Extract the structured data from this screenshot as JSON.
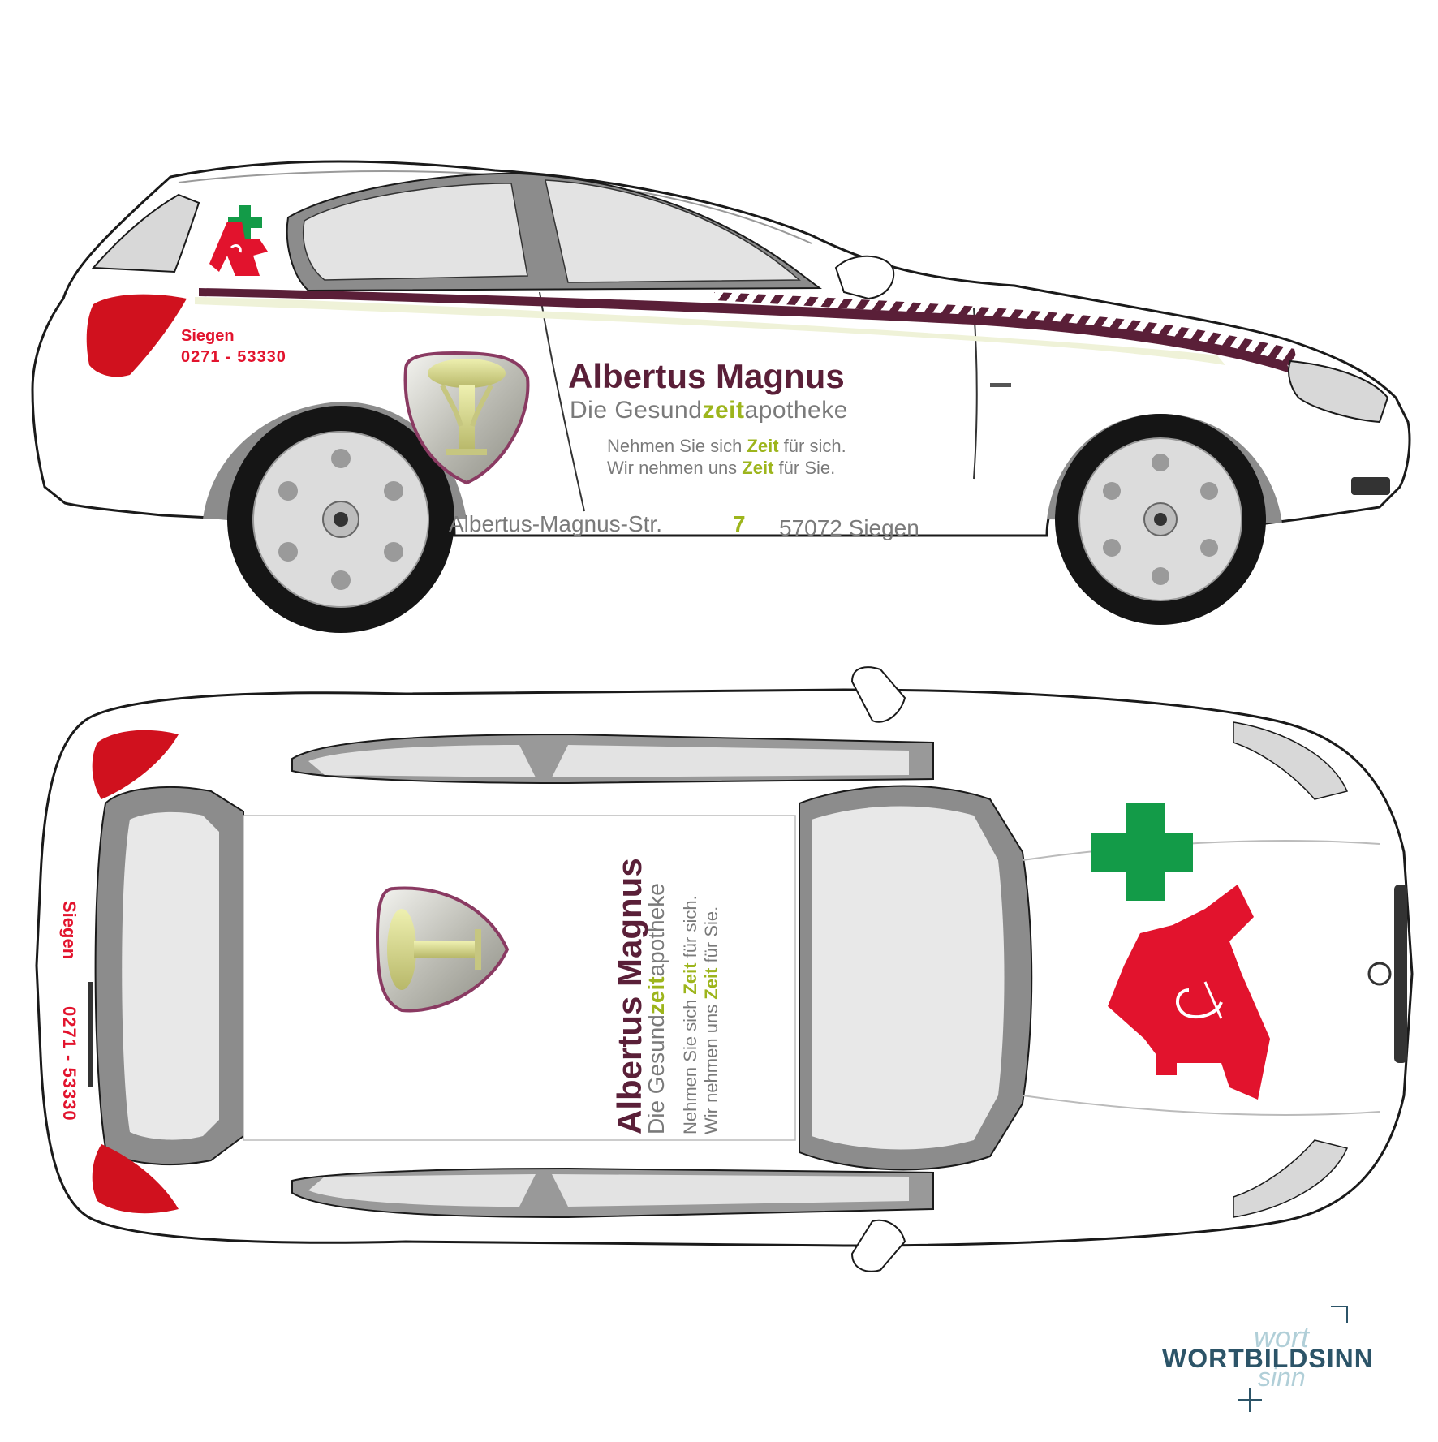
{
  "side_view": {
    "phone_city": "Siegen",
    "phone_number": "0271 - 53330",
    "brand_name": "Albertus Magnus",
    "tagline_pre": "Die Gesund",
    "tagline_highlight": "zeit",
    "tagline_post": "apotheke",
    "slogan_line1_pre": "Nehmen Sie sich ",
    "slogan_line1_highlight": "Zeit",
    "slogan_line1_post": " für sich.",
    "slogan_line2_pre": "Wir nehmen uns ",
    "slogan_line2_highlight": "Zeit",
    "slogan_line2_post": " für Sie.",
    "address_street": "Albertus-Magnus-Str.",
    "address_number": "7",
    "address_city": "57072 Siegen"
  },
  "top_view": {
    "phone_city": "Siegen",
    "phone_number": "0271 - 53330",
    "brand_name": "Albertus Magnus",
    "tagline_pre": "Die Gesund",
    "tagline_highlight": "zeit",
    "tagline_post": "apotheke",
    "slogan_line1_pre": "Nehmen Sie sich ",
    "slogan_line1_highlight": "Zeit",
    "slogan_line1_post": " für sich.",
    "slogan_line2_pre": "Wir nehmen uns ",
    "slogan_line2_highlight": "Zeit",
    "slogan_line2_post": " für Sie."
  },
  "watermark": {
    "brand": "WORTBILDSINN",
    "script_top": "wort",
    "script_bottom": "sinn"
  },
  "colors": {
    "brand_purple": "#5a1f38",
    "brand_green": "#9db51c",
    "apotheke_red": "#e2132d",
    "apotheke_green": "#139b48",
    "text_gray": "#7a7a7a",
    "watermark_blue": "#2c5468"
  }
}
